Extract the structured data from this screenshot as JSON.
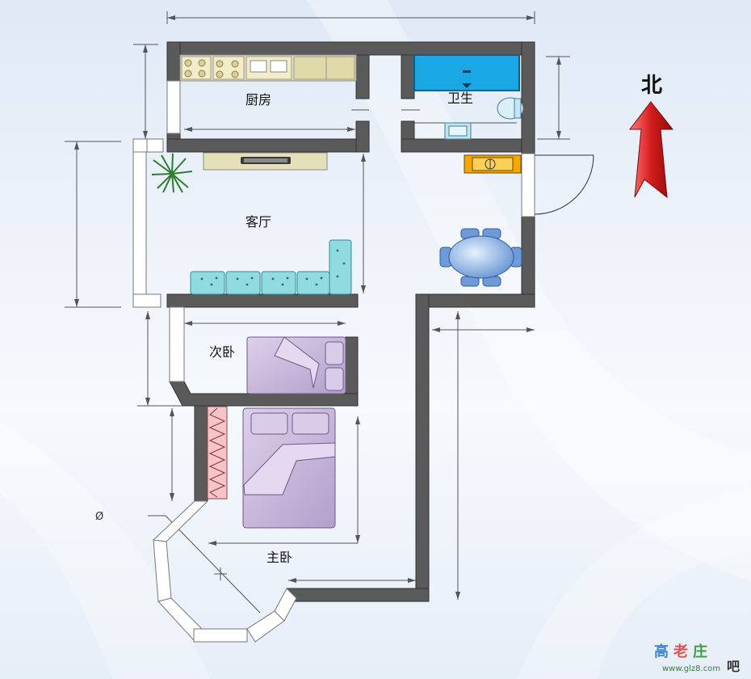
{
  "rooms": {
    "kitchen": "厨房",
    "bathroom": "卫生",
    "living_room": "客厅",
    "second_bedroom": "次卧",
    "master_bedroom": "主卧"
  },
  "compass": {
    "label": "北"
  },
  "diameter_symbol": "Ø",
  "watermark": {
    "chars": [
      "高",
      "老",
      "庄",
      "吧"
    ],
    "url": "www.glz8.com"
  },
  "colors": {
    "wall": "#5a5a5a",
    "bathtub": "#1aa7e6",
    "bed": "#c6b3d9",
    "sofa": "#7fd4d8",
    "arrow": "#d42020",
    "counter": "#e8e0b0",
    "stove": "#f5a700"
  }
}
